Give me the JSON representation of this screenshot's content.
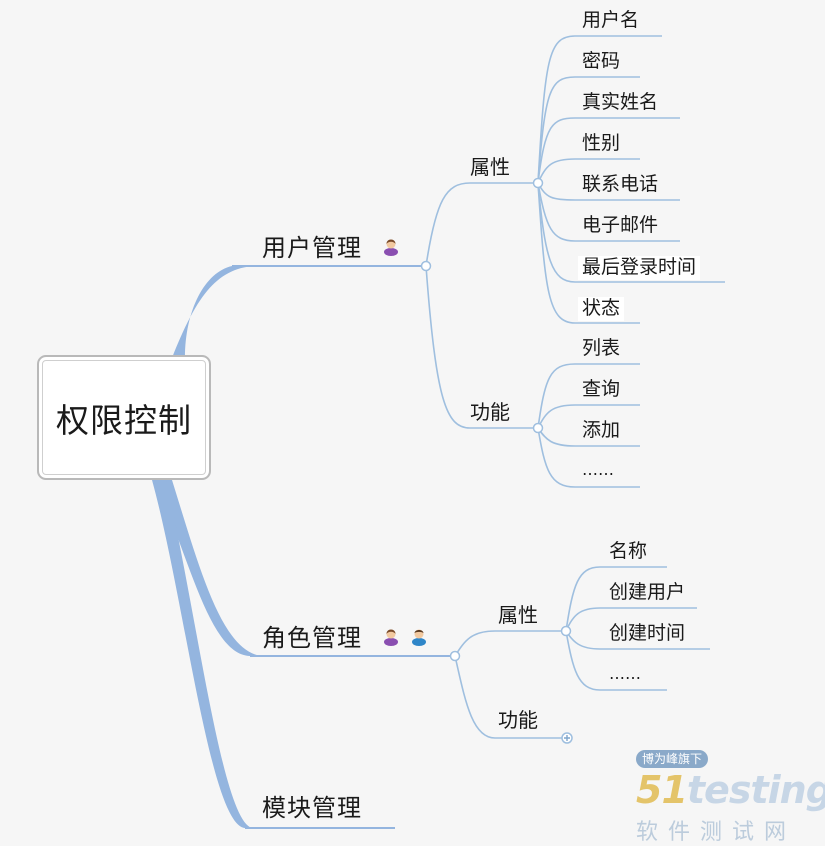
{
  "root": {
    "label": "权限控制"
  },
  "branches": {
    "user": {
      "label": "用户管理",
      "attributes": {
        "label": "属性",
        "items": [
          "用户名",
          "密码",
          "真实姓名",
          "性别",
          "联系电话",
          "电子邮件",
          "最后登录时间",
          "状态"
        ]
      },
      "functions": {
        "label": "功能",
        "items": [
          "列表",
          "查询",
          "添加",
          "……"
        ]
      }
    },
    "role": {
      "label": "角色管理",
      "attributes": {
        "label": "属性",
        "items": [
          "名称",
          "创建用户",
          "创建时间",
          "……"
        ]
      },
      "functions": {
        "label": "功能"
      }
    },
    "module": {
      "label": "模块管理"
    }
  },
  "watermark": {
    "tag": "博为峰旗下",
    "logo_num": "51",
    "logo_word": "testing",
    "subtitle": "软件测试网"
  },
  "colors": {
    "main_branch": "#94b5df",
    "sub_line": "#9fbfdf",
    "background": "#f6f6f6"
  },
  "icons": [
    "person-female-icon",
    "person-male-icon",
    "expand-plus-icon"
  ]
}
